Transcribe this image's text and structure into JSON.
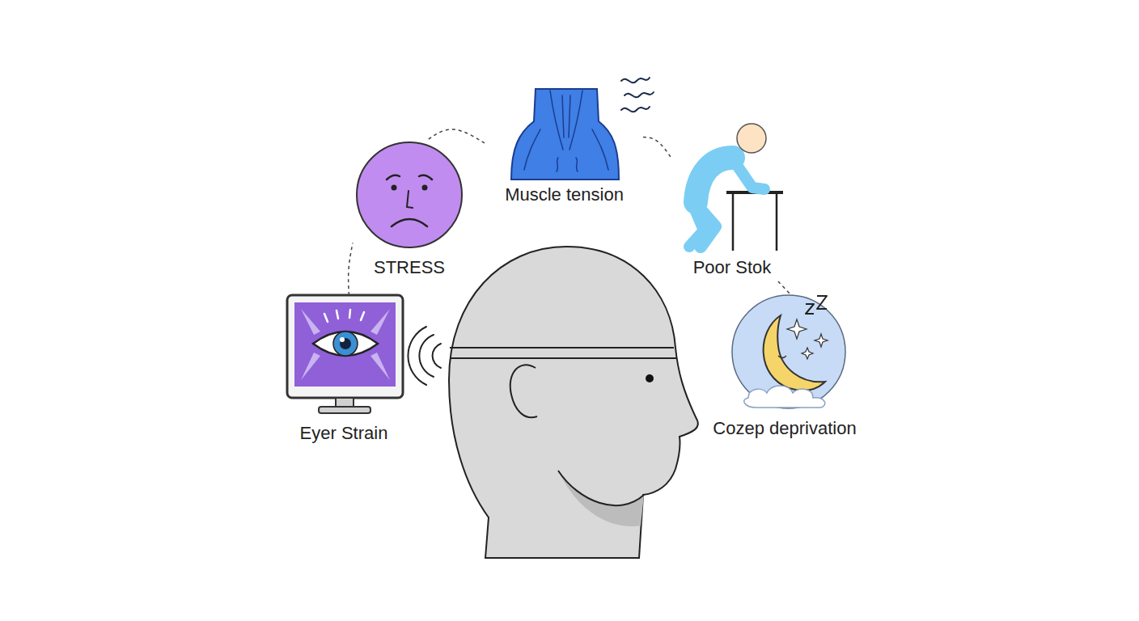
{
  "diagram": {
    "nodes": [
      {
        "text": [
          "Eyer Strain"
        ]
      },
      {
        "text": [
          "STRESS"
        ]
      },
      {
        "text": [
          "Muscle tension"
        ]
      },
      {
        "text": [
          "Poor Stok"
        ]
      },
      {
        "text": [
          "Cozep deprivation"
        ]
      }
    ],
    "edges": [
      {
        "from": 0,
        "to": 1,
        "arrow": "none"
      },
      {
        "from": 1,
        "to": 2,
        "arrow": "none"
      },
      {
        "from": 2,
        "to": 3,
        "arrow": "none"
      },
      {
        "from": 3,
        "to": 4,
        "arrow": "none"
      }
    ]
  }
}
